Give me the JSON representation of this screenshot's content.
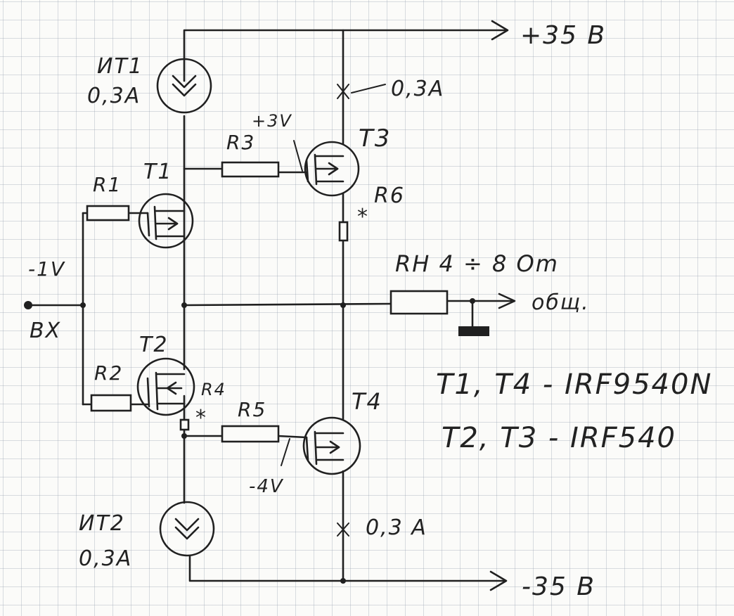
{
  "rails": {
    "positive": "+35 B",
    "negative": "-35 B"
  },
  "sources": {
    "it1": {
      "name": "ИТ1",
      "current": "0,3А"
    },
    "it2": {
      "name": "ИТ2",
      "current": "0,3А"
    }
  },
  "transistors": {
    "t1": "T1",
    "t2": "T2",
    "t3": "T3",
    "t4": "T4"
  },
  "resistors": {
    "r1": "R1",
    "r2": "R2",
    "r3": "R3",
    "r4": "R4",
    "r5": "R5",
    "r6": "R6"
  },
  "star": "*",
  "voltages": {
    "r3": "+3V",
    "r5": "-4V",
    "input": "-1V"
  },
  "branch_currents": {
    "top": "0,3А",
    "bottom": "0,3 А"
  },
  "input_label": "BX",
  "load": {
    "label": "RH 4 ÷ 8 Om",
    "common": "общ."
  },
  "parts": {
    "line1": "T1, T4 - IRF9540N",
    "line2": "T2, T3 - IRF540"
  }
}
